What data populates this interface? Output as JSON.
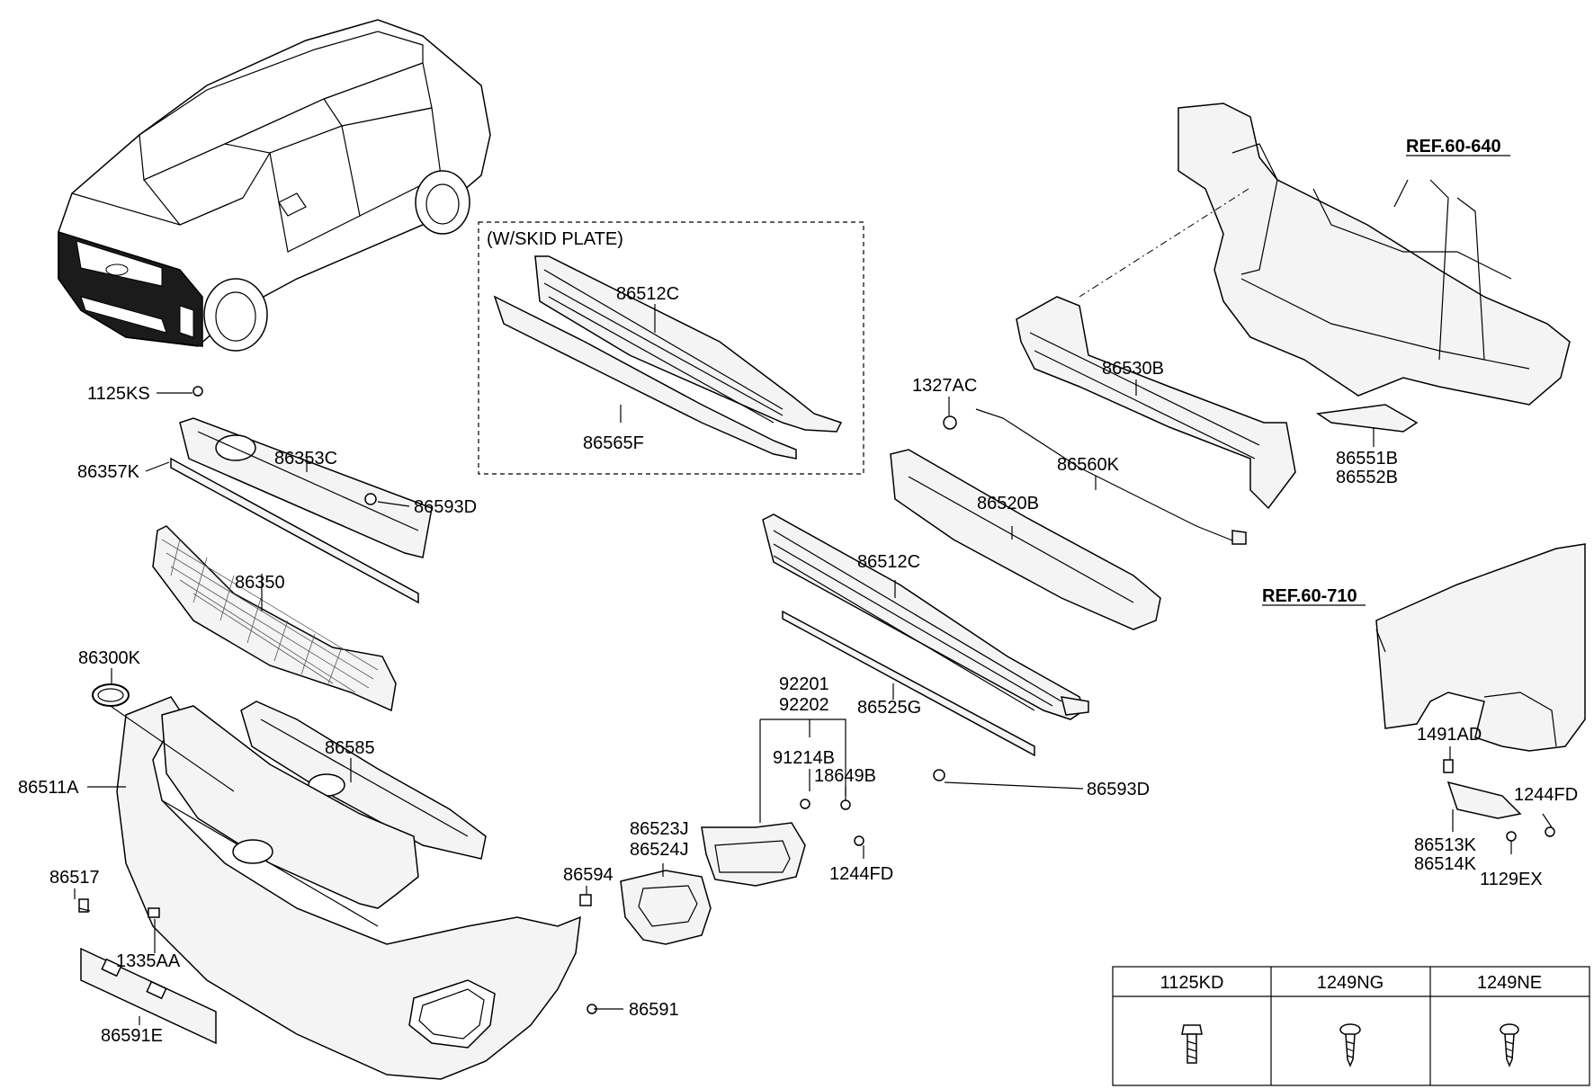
{
  "diagram": {
    "inset_title": "(W/SKID PLATE)",
    "refs": [
      "REF.60-640",
      "REF.60-710"
    ],
    "labels": {
      "p1125KS": "1125KS",
      "p86357K": "86357K",
      "p86353C": "86353C",
      "p86593D_a": "86593D",
      "p86350": "86350",
      "p86300K": "86300K",
      "p86511A": "86511A",
      "p86585": "86585",
      "p86517": "86517",
      "p1335AA": "1335AA",
      "p86591E": "86591E",
      "p86591": "86591",
      "p86594": "86594",
      "p86523J": "86523J",
      "p86524J": "86524J",
      "p92201": "92201",
      "p92202": "92202",
      "p91214B": "91214B",
      "p18649B": "18649B",
      "p1244FD_a": "1244FD",
      "p86512C_a": "86512C",
      "p86565F": "86565F",
      "p86512C_b": "86512C",
      "p86525G": "86525G",
      "p86593D_b": "86593D",
      "p1327AC": "1327AC",
      "p86530B": "86530B",
      "p86560K": "86560K",
      "p86520B": "86520B",
      "p86551B": "86551B",
      "p86552B": "86552B",
      "p1491AD": "1491AD",
      "p1244FD_b": "1244FD",
      "p86513K": "86513K",
      "p86514K": "86514K",
      "p1129EX": "1129EX"
    },
    "fastener_table": {
      "headers": [
        "1125KD",
        "1249NG",
        "1249NE"
      ]
    }
  }
}
